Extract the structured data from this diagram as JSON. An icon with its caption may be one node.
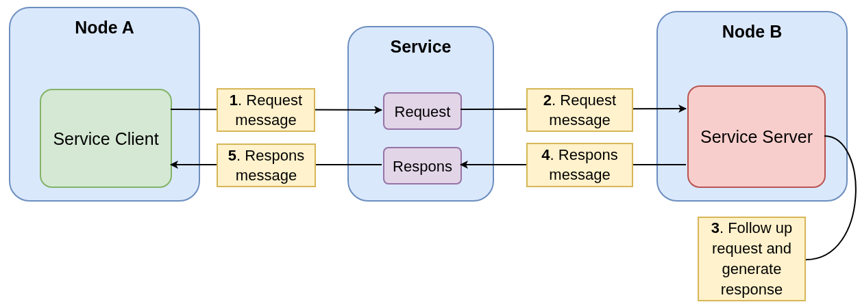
{
  "diagram": {
    "nodes": [
      {
        "text": [
          "Node A"
        ]
      },
      {
        "text": [
          "Service Client"
        ],
        "in": 0
      },
      {
        "text": [
          "Service"
        ]
      },
      {
        "text": [
          "Request"
        ],
        "in": 2
      },
      {
        "text": [
          "Respons"
        ],
        "in": 2
      },
      {
        "text": [
          "Node B"
        ]
      },
      {
        "text": [
          "Service Server"
        ],
        "in": 5
      },
      {
        "text": [
          "**3**. Follow up request and generate response"
        ]
      }
    ],
    "edges": [
      {
        "from": 1,
        "to": 3,
        "arrow": "to",
        "label": "**1**. Request message"
      },
      {
        "from": 3,
        "to": 6,
        "arrow": "to",
        "label": "**2**. Request message"
      },
      {
        "from": 6,
        "to": 4,
        "arrow": "to",
        "label": "**4**. Respons message"
      },
      {
        "from": 4,
        "to": 1,
        "arrow": "to",
        "label": "**5**. Respons message"
      },
      {
        "from": 6,
        "to": 7,
        "arrow": "none"
      }
    ]
  }
}
